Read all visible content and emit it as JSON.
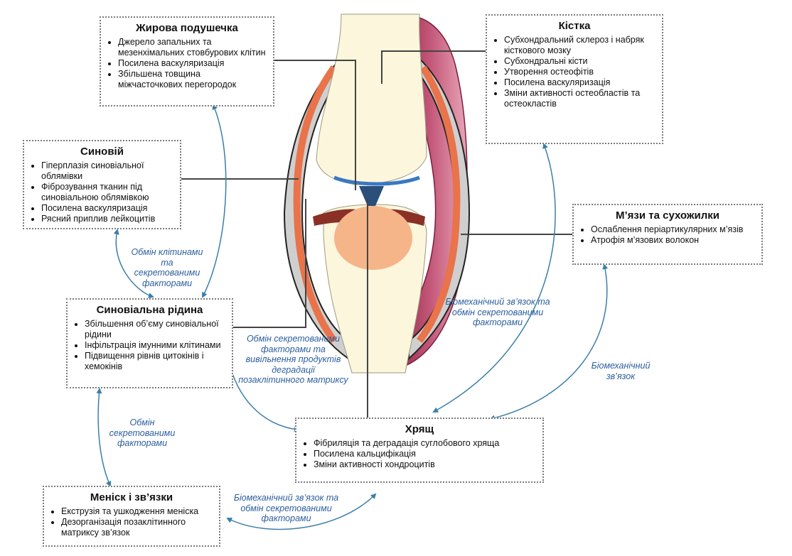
{
  "boxes": {
    "fat_pad": {
      "title": "Жирова подушечка",
      "items": [
        "Джерело запальних та мезенхімальних стовбурових клітин",
        "Посилена васкуляризація",
        "Збільшена товщина міжчасточкових перегородок"
      ]
    },
    "synovium": {
      "title": "Синовій",
      "items": [
        "Гіперплазія синовіальної облямівки",
        "Фіброзування тканин під синовіальною облямівкою",
        "Посилена васкуляризація",
        "Рясний приплив лейкоцитів"
      ]
    },
    "synovial_fluid": {
      "title": "Синовіальна рідина",
      "items": [
        "Збільшення об’єму синовіальної рідини",
        "Інфільтрація імунними клітинами",
        "Підвищення рівнів цитокінів і хемокінів"
      ]
    },
    "meniscus": {
      "title": "Меніск і зв’язки",
      "items": [
        "Екструзія та ушкодження меніска",
        "Дезорганізація позаклітинного матриксу зв’язок"
      ]
    },
    "bone": {
      "title": "Кістка",
      "items": [
        "Субхондральний склероз і набряк кісткового мозку",
        "Субхондральні кісти",
        "Утворення остеофітів",
        "Посилена васкуляризація",
        "Зміни активності остеобластів та остеокластів"
      ]
    },
    "muscles": {
      "title": "М’язи та сухожилки",
      "items": [
        "Ослаблення періартикулярних м’язів",
        "Атрофія м’язових волокон"
      ]
    },
    "cartilage": {
      "title": "Хрящ",
      "items": [
        "Фібриляція та деградація суглобового хряща",
        "Посилена кальцифікація",
        "Зміни активності хондроцитів"
      ]
    }
  },
  "labels": {
    "cells_factors": "Обмін клітинами та секретованими факторами",
    "secreted_products": "Обмін секретованими факторами та вивільнення продуктів деградації позаклітинного матриксу",
    "biomech_exchange_right": "Біомеханічний зв’язок та обмін секретованими факторами",
    "biomech_right": "Біомеханічний зв’язок",
    "secreted_left": "Обмін секретованими факторами",
    "biomech_bottom": "Біомеханічний зв’язок та обмін секретованими факторами"
  },
  "colors": {
    "arrow": "#3a7fa8",
    "label": "#2c5e9e",
    "muscle": "#b84466",
    "cartilage": "#e9734a",
    "meniscus": "#8a3026"
  }
}
